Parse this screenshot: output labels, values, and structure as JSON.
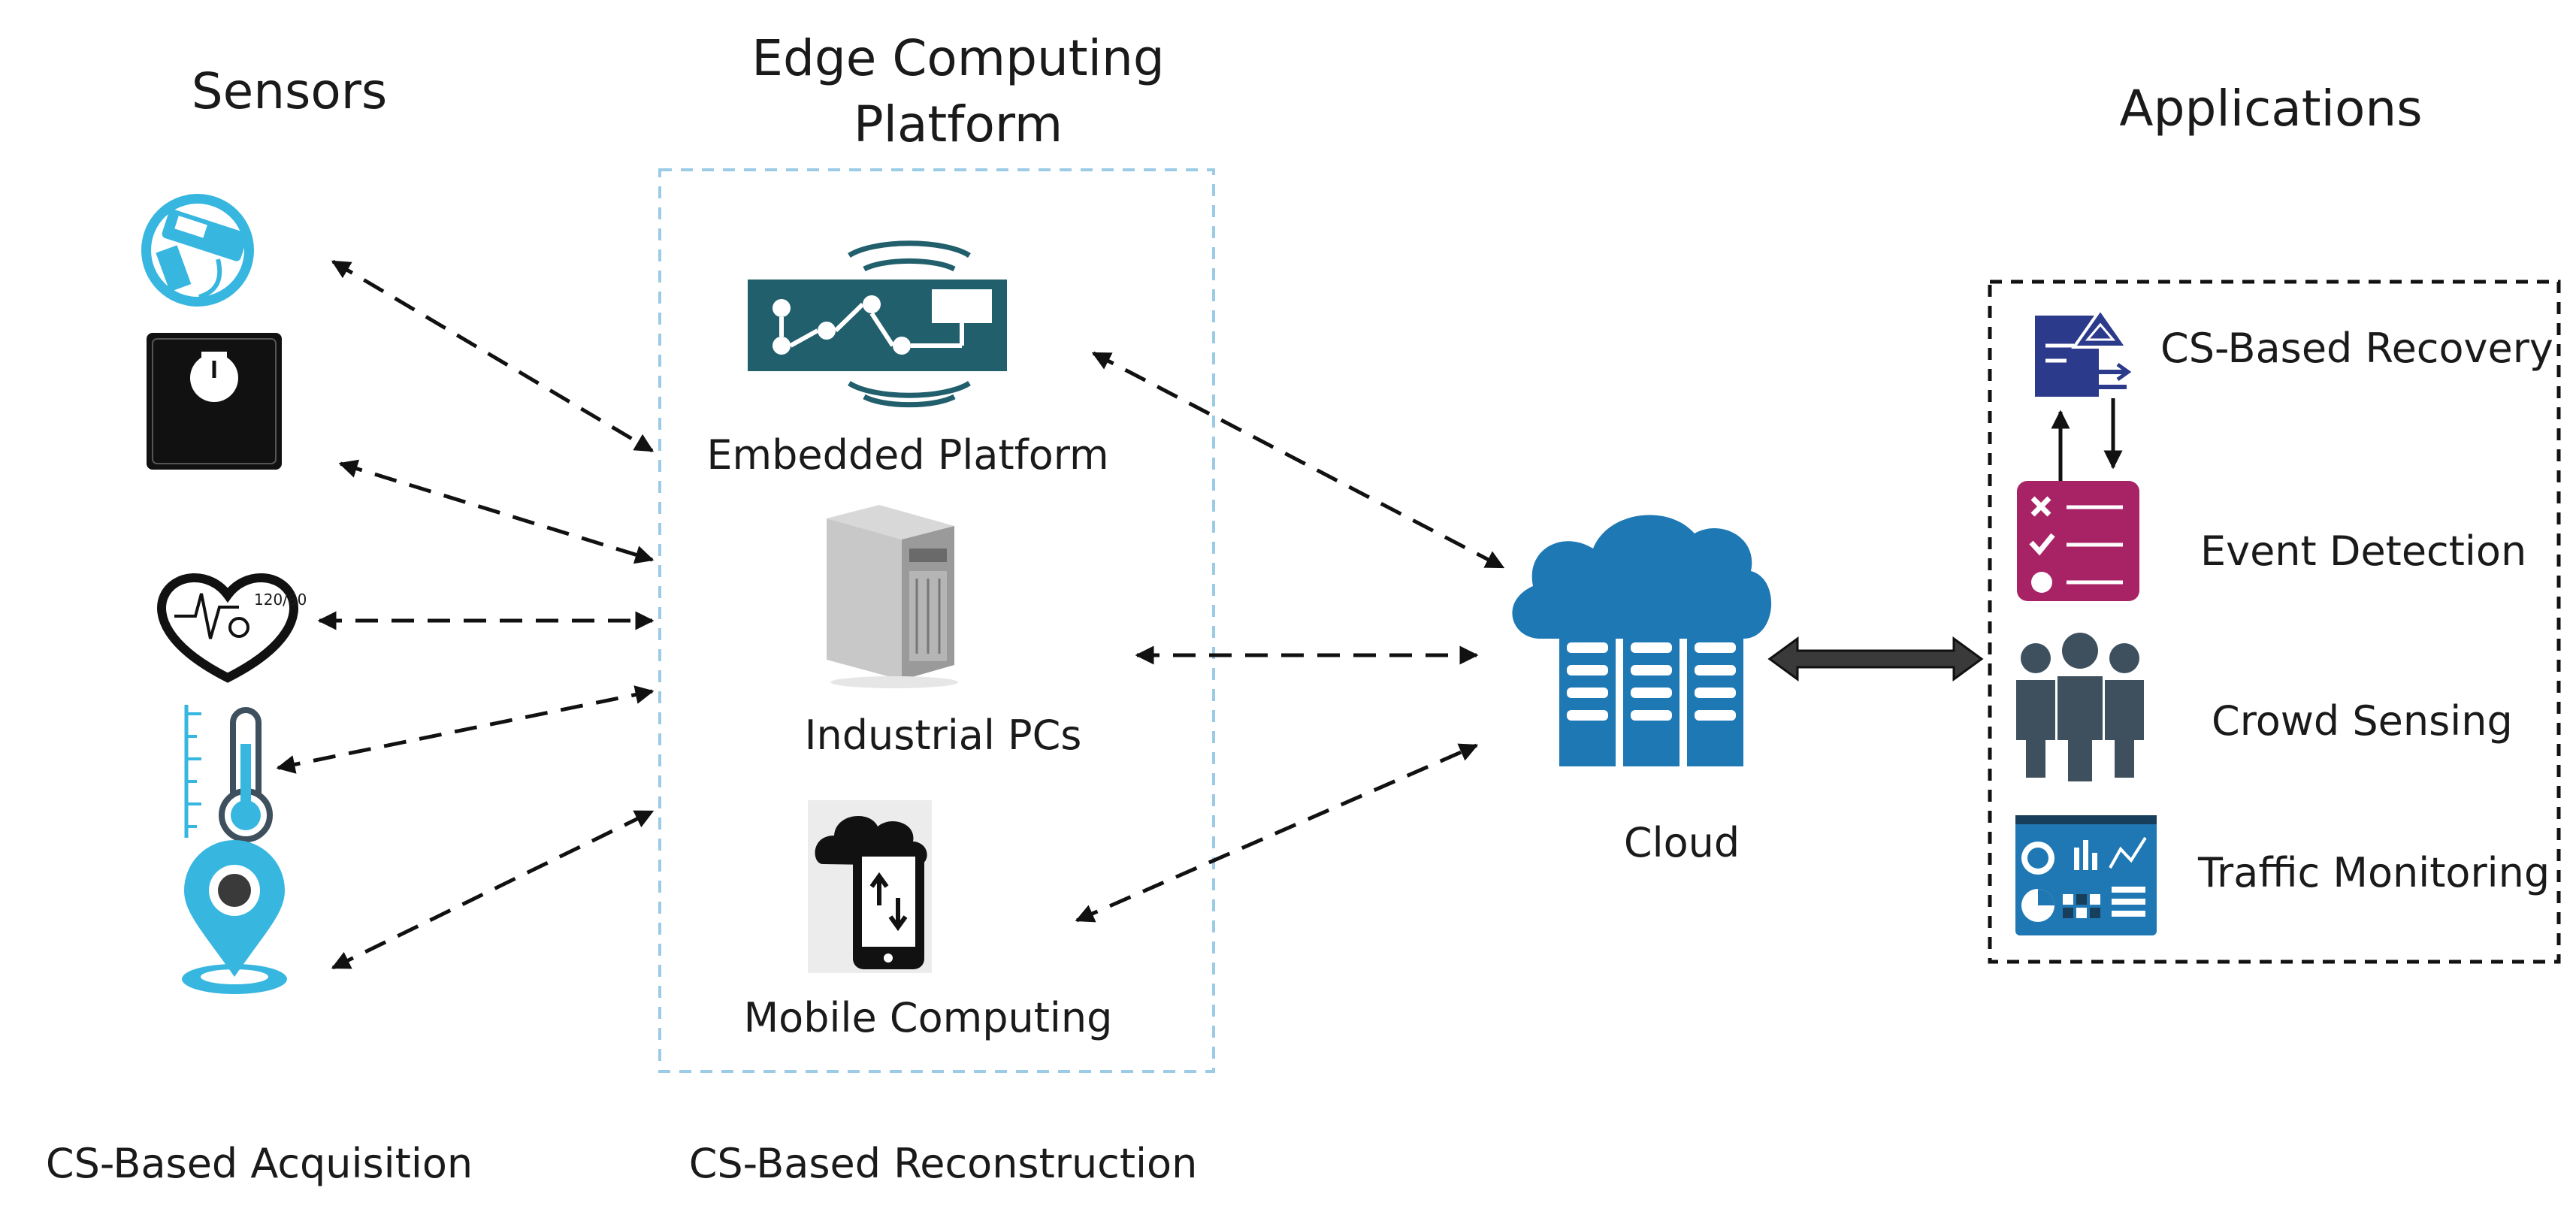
{
  "titles": {
    "sensors": "Sensors",
    "edge_line1": "Edge Computing",
    "edge_line2": "Platform",
    "applications": "Applications"
  },
  "edge": {
    "embedded": "Embedded Platform",
    "industrial": "Industrial PCs",
    "mobile": "Mobile Computing"
  },
  "cloud": {
    "label": "Cloud"
  },
  "apps": {
    "recovery": "CS-Based Recovery",
    "event": "Event Detection",
    "crowd": "Crowd Sensing",
    "traffic": "Traffic Monitoring"
  },
  "footer": {
    "acquisition": "CS-Based Acquisition",
    "reconstruction": "CS-Based Reconstruction"
  },
  "colors": {
    "sensor_blue": "#37b6e0",
    "circuit_teal": "#215f6c",
    "cloud_blue": "#1e78b4",
    "app_navy": "#2c3a8c",
    "event_magenta": "#a82366",
    "crowd_slate": "#3e4f5d",
    "dashboard_blue": "#1f78b4",
    "edge_border": "#9ccbe6"
  },
  "icons": [
    "camera-icon",
    "scale-icon",
    "heart-monitor-icon",
    "thermometer-icon",
    "location-pin-icon",
    "circuit-board-icon",
    "server-tower-icon",
    "mobile-cloud-icon",
    "cloud-server-icon",
    "recovery-icon",
    "checklist-icon",
    "crowd-icon",
    "dashboard-icon"
  ]
}
